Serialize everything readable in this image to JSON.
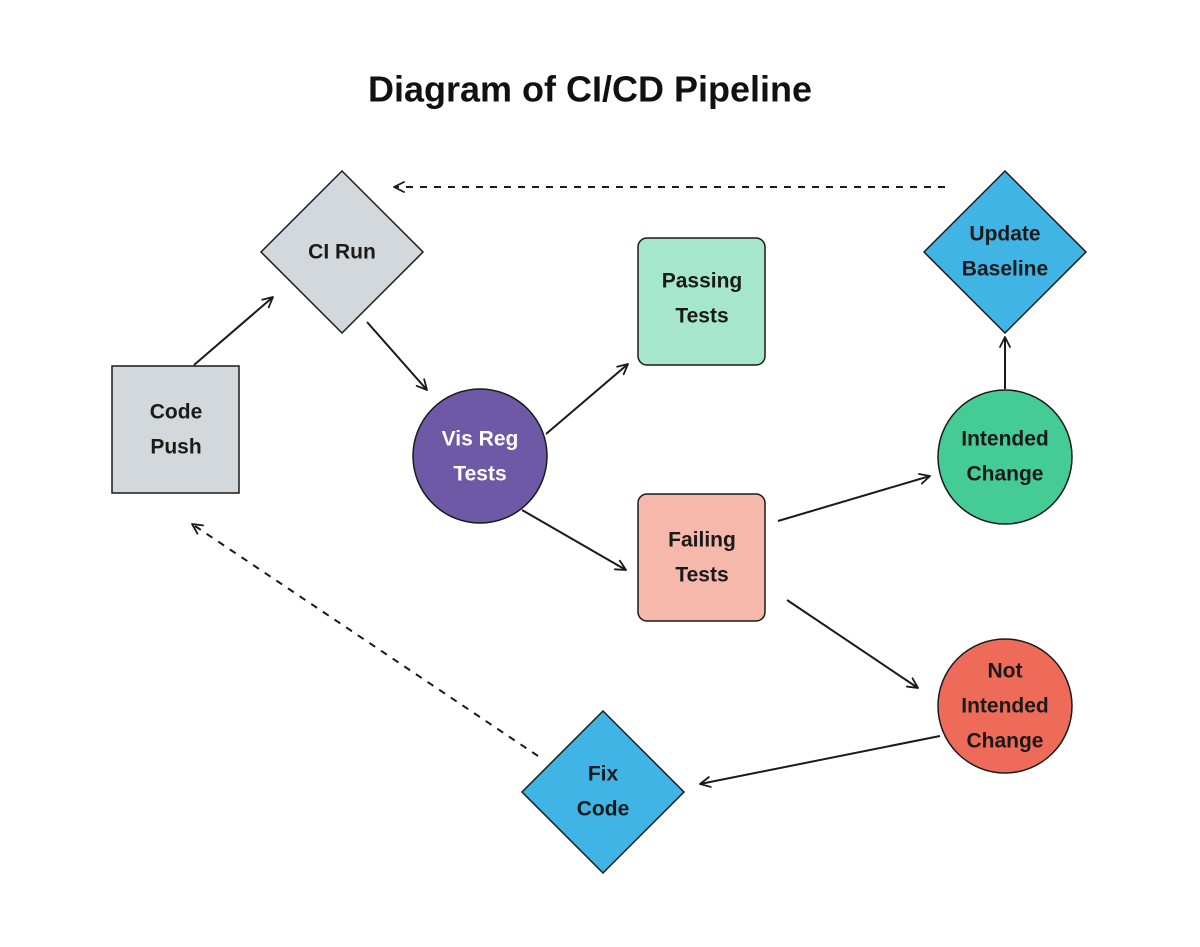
{
  "title": "Diagram of CI/CD Pipeline",
  "colors": {
    "gray": "#d3d8dc",
    "purple": "#6d59a5",
    "mint": "#a6e6cd",
    "salmon": "#f5b8ab",
    "blue": "#40b4e5",
    "green": "#45cb95",
    "red": "#ee6b59",
    "stroke": "#1a1a1a",
    "text_dark": "#1a1a1a",
    "text_light": "#ffffff"
  },
  "nodes": {
    "code_push": {
      "line1": "Code",
      "line2": "Push",
      "shape": "square",
      "color": "gray"
    },
    "ci_run": {
      "line1": "CI Run",
      "shape": "diamond",
      "color": "gray"
    },
    "vis_reg_tests": {
      "line1": "Vis Reg",
      "line2": "Tests",
      "shape": "circle",
      "color": "purple"
    },
    "passing_tests": {
      "line1": "Passing",
      "line2": "Tests",
      "shape": "rounded-square",
      "color": "mint"
    },
    "failing_tests": {
      "line1": "Failing",
      "line2": "Tests",
      "shape": "rounded-square",
      "color": "salmon"
    },
    "update_baseline": {
      "line1": "Update",
      "line2": "Baseline",
      "shape": "diamond",
      "color": "blue"
    },
    "intended_change": {
      "line1": "Intended",
      "line2": "Change",
      "shape": "circle",
      "color": "green"
    },
    "not_intended_change": {
      "line1": "Not",
      "line2": "Intended",
      "line3": "Change",
      "shape": "circle",
      "color": "red"
    },
    "fix_code": {
      "line1": "Fix",
      "line2": "Code",
      "shape": "diamond",
      "color": "blue"
    }
  },
  "edges": [
    {
      "from": "code_push",
      "to": "ci_run",
      "style": "solid"
    },
    {
      "from": "ci_run",
      "to": "vis_reg_tests",
      "style": "solid"
    },
    {
      "from": "vis_reg_tests",
      "to": "passing_tests",
      "style": "solid"
    },
    {
      "from": "vis_reg_tests",
      "to": "failing_tests",
      "style": "solid"
    },
    {
      "from": "failing_tests",
      "to": "intended_change",
      "style": "solid"
    },
    {
      "from": "failing_tests",
      "to": "not_intended_change",
      "style": "solid"
    },
    {
      "from": "intended_change",
      "to": "update_baseline",
      "style": "solid"
    },
    {
      "from": "not_intended_change",
      "to": "fix_code",
      "style": "solid"
    },
    {
      "from": "update_baseline",
      "to": "ci_run",
      "style": "dashed"
    },
    {
      "from": "fix_code",
      "to": "code_push",
      "style": "dashed"
    }
  ]
}
